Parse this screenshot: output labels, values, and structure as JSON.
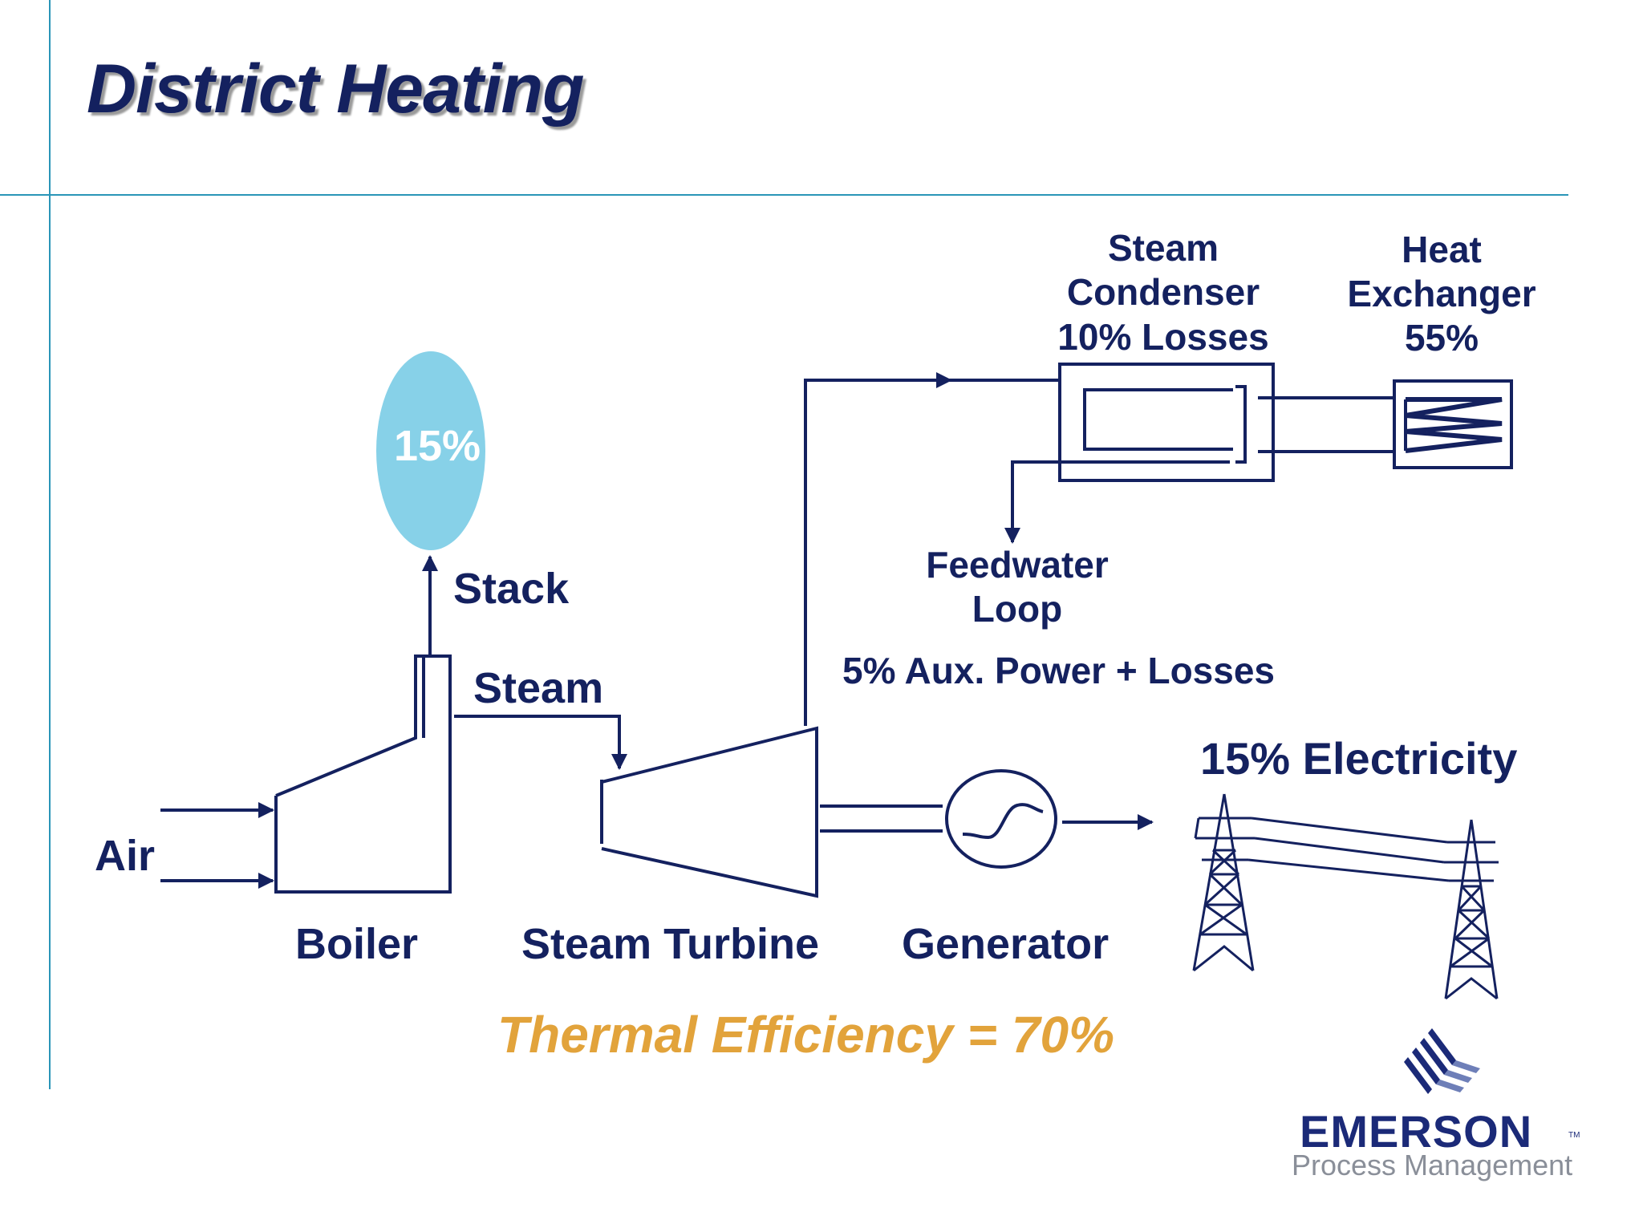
{
  "slide": {
    "title": "District Heating"
  },
  "stack": {
    "value_label": "15%",
    "label": "Stack",
    "fill": "#87d1e8"
  },
  "flows": {
    "steam_label": "Steam",
    "air_label": "Air"
  },
  "equipment": {
    "boiler": "Boiler",
    "steam_turbine": "Steam Turbine",
    "generator": "Generator",
    "condenser": [
      "Steam",
      "Condenser",
      "10% Losses"
    ],
    "heat_exchanger": [
      "Heat",
      "Exchanger",
      "55%"
    ]
  },
  "feedwater": [
    "Feedwater",
    "Loop"
  ],
  "aux_losses": "5% Aux. Power + Losses",
  "electricity": "15% Electricity",
  "efficiency": {
    "text": "Thermal Efficiency = 70%",
    "color": "#e2a33b"
  },
  "colors": {
    "line": "#14215f",
    "accent_rule": "#2a95b8"
  },
  "logo": {
    "name": "EMERSON",
    "tm": "TM",
    "sub": "Process Management"
  }
}
